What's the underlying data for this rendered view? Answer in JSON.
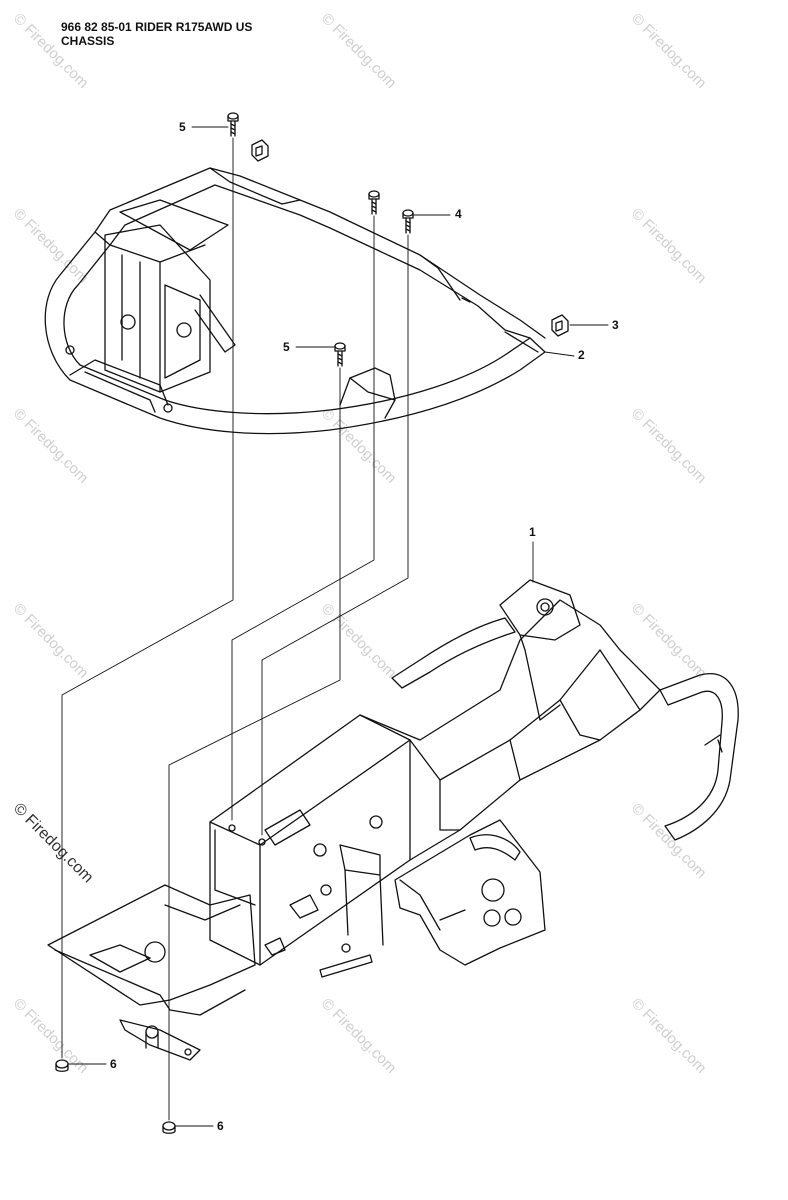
{
  "header": {
    "line1": "966 82 85-01 RIDER R175AWD US",
    "line2": "CHASSIS"
  },
  "callouts": {
    "c1": "1",
    "c2": "2",
    "c3": "3",
    "c4": "4",
    "c5a": "5",
    "c5b": "5",
    "c6a": "6",
    "c6b": "6"
  },
  "watermark": {
    "text": "© Firedog.com",
    "side_text": "© Firedog.com"
  }
}
